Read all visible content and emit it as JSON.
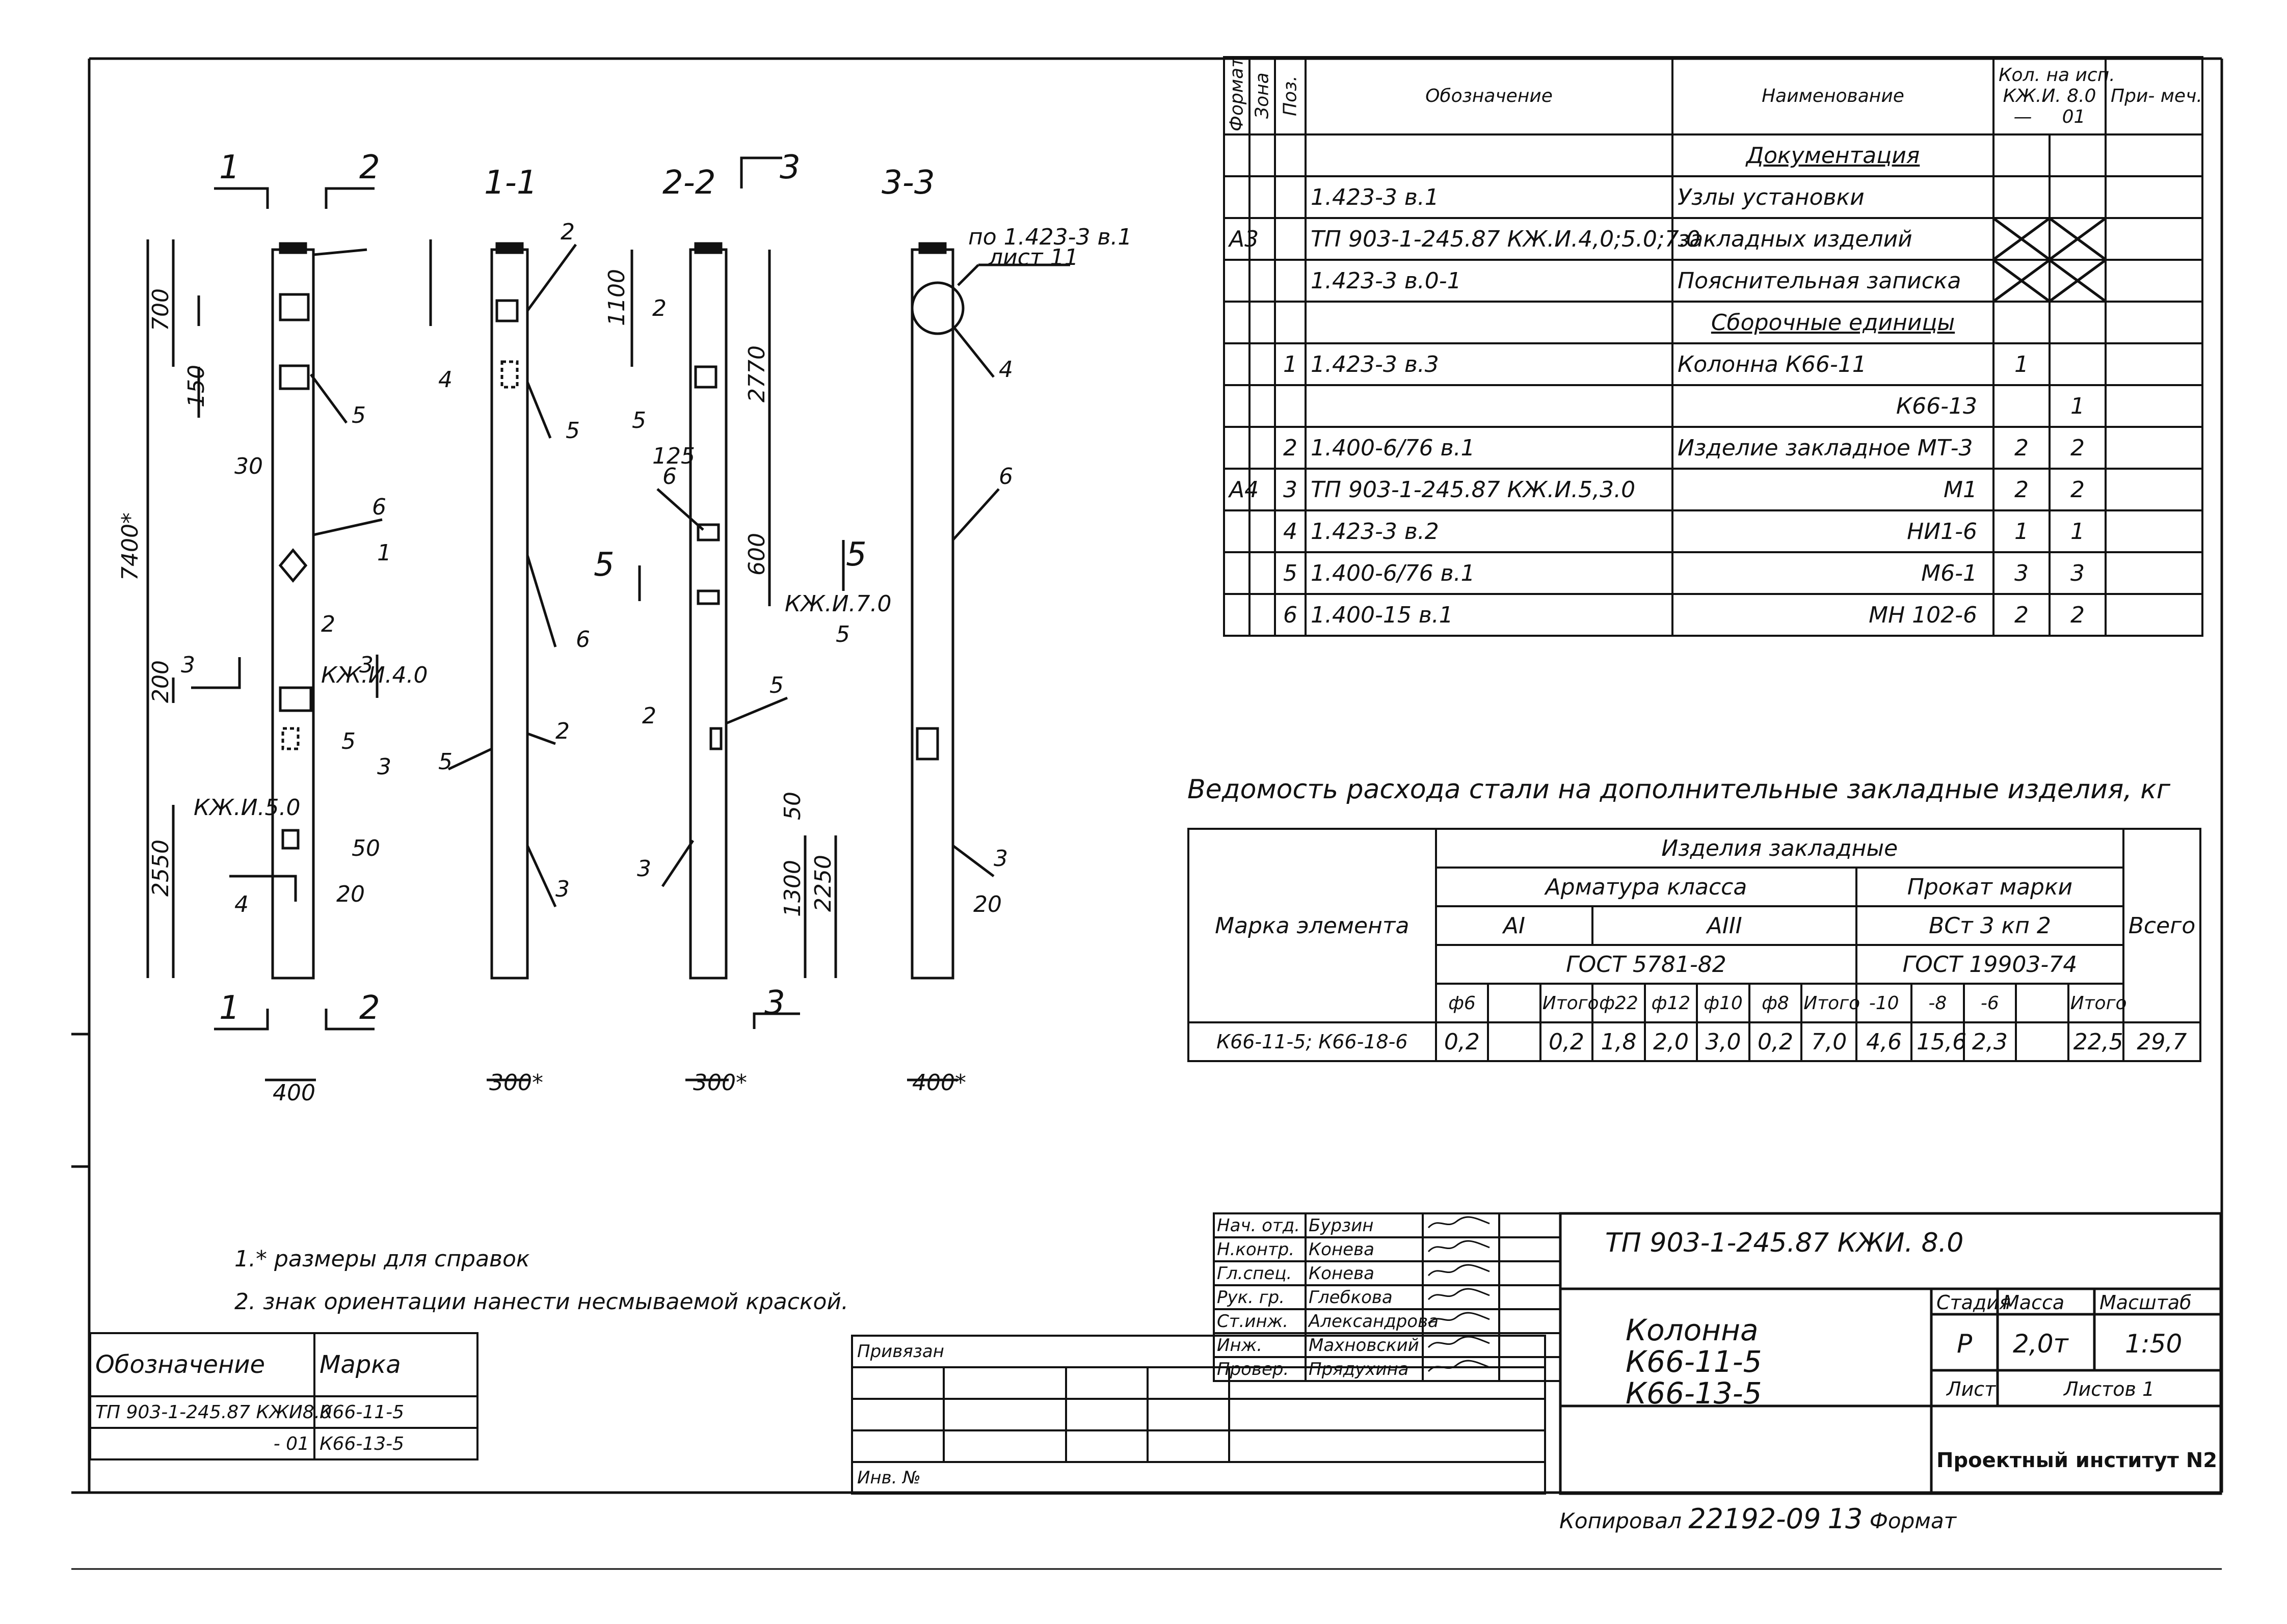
{
  "spec": {
    "headers": {
      "format": "Формат",
      "zone": "Зона",
      "pos": "Поз.",
      "designation": "Обозначение",
      "name": "Наименование",
      "qty": "Кол. на исп.",
      "qty_doc": "КЖ.И. 8.0",
      "qty_col1": "—",
      "qty_col2": "01",
      "note": "При- меч."
    },
    "rows": [
      {
        "format": "",
        "pos": "",
        "designation": "",
        "name": "Документация",
        "q1": "",
        "q2": "",
        "underline": true
      },
      {
        "format": "",
        "pos": "",
        "designation": "1.423-3 в.1",
        "name": "Узлы установки",
        "q1": "",
        "q2": ""
      },
      {
        "format": "А3",
        "pos": "",
        "designation": "ТП 903-1-245.87 КЖ.И.4,0;5.0;7.0",
        "name": "закладных изделий",
        "q1": "X",
        "q2": "X"
      },
      {
        "format": "",
        "pos": "",
        "designation": "1.423-3 в.0-1",
        "name": "Пояснительная записка",
        "q1": "X",
        "q2": "X"
      },
      {
        "format": "",
        "pos": "",
        "designation": "",
        "name": "Сборочные единицы",
        "q1": "",
        "q2": "",
        "underline": true
      },
      {
        "format": "",
        "pos": "1",
        "designation": "1.423-3 в.3",
        "name": "Колонна К66-11",
        "q1": "1",
        "q2": ""
      },
      {
        "format": "",
        "pos": "",
        "designation": "",
        "name": "К66-13",
        "q1": "",
        "q2": "1",
        "right": true
      },
      {
        "format": "",
        "pos": "2",
        "designation": "1.400-6/76 в.1",
        "name": "Изделие закладное МТ-3",
        "q1": "2",
        "q2": "2"
      },
      {
        "format": "А4",
        "pos": "3",
        "designation": "ТП 903-1-245.87 КЖ.И.5,3.0",
        "name": "М1",
        "q1": "2",
        "q2": "2",
        "right": true
      },
      {
        "format": "",
        "pos": "4",
        "designation": "1.423-3 в.2",
        "name": "НИ1-6",
        "q1": "1",
        "q2": "1",
        "right": true
      },
      {
        "format": "",
        "pos": "5",
        "designation": "1.400-6/76 в.1",
        "name": "М6-1",
        "q1": "3",
        "q2": "3",
        "right": true
      },
      {
        "format": "",
        "pos": "6",
        "designation": "1.400-15 в.1",
        "name": "МН 102-6",
        "q1": "2",
        "q2": "2",
        "right": true
      }
    ]
  },
  "steel": {
    "title": "Ведомость расхода стали на дополнительные закладные изделия, кг",
    "mark_element": "Марка элемента",
    "embedded": "Изделия закладные",
    "armatura": "Арматура класса",
    "prokat": "Прокат марки",
    "vsego": "Всего",
    "ai": "АI",
    "aiii": "АIII",
    "vst": "ВСт 3 кп 2",
    "gost1": "ГОСТ 5781-82",
    "gost2": "ГОСТ 19903-74",
    "cols": [
      "ф6",
      "",
      "Итого",
      "ф22",
      "ф12",
      "ф10",
      "ф8",
      "Итого",
      "-10",
      "-8",
      "-6",
      "",
      "Итого"
    ],
    "row": {
      "mark": "К66-11-5; К66-18-6",
      "values": [
        "0,2",
        "",
        "0,2",
        "1,8",
        "2,0",
        "3,0",
        "0,2",
        "7,0",
        "4,6",
        "15,6",
        "2,3",
        "",
        "22,5"
      ],
      "total": "29,7"
    }
  },
  "notes": [
    "1.* размеры для справок",
    "2. знак ориентации нанести несмываемой краской."
  ],
  "marks": {
    "headers": [
      "Обозначение",
      "Марка"
    ],
    "rows": [
      [
        "ТП 903-1-245.87 КЖИ8.0",
        "К66-11-5"
      ],
      [
        "- 01",
        "К66-13-5"
      ]
    ]
  },
  "privyazan": "Привязан",
  "inv": "Инв. №",
  "signatures": [
    [
      "Нач. отд.",
      "Бурзин"
    ],
    [
      "Н.контр.",
      "Конева"
    ],
    [
      "Гл.спец.",
      "Конева"
    ],
    [
      "Рук. гр.",
      "Глебкова"
    ],
    [
      "Ст.инж.",
      "Александрова"
    ],
    [
      "Инж.",
      "Махновский"
    ],
    [
      "Провер.",
      "Прядухина"
    ]
  ],
  "title_block": {
    "cipher": "ТП 903-1-245.87 КЖИ. 8.0",
    "name_line1": "Колонна",
    "name_line2": "К66-11-5",
    "name_line3": "К66-13-5",
    "stage_label": "Стадия",
    "mass_label": "Масса",
    "scale_label": "Масштаб",
    "stage": "Р",
    "mass": "2,0т",
    "scale": "1:50",
    "sheet_label": "Лист",
    "sheets_label": "Листов 1",
    "org": "Проектный институт N2"
  },
  "bottom": {
    "copied": "Копировал",
    "number": "22192-09",
    "sheet_no": "13",
    "format": "Формат"
  },
  "drawing_labels": {
    "v1": "1-1",
    "v2": "2-2",
    "v3": "3-3",
    "s1": "1",
    "s2": "2",
    "s3": "3",
    "s4": "4",
    "s5": "5",
    "d7400": "7400*",
    "d2550": "2550",
    "d400": "400",
    "d700": "700",
    "d200": "200",
    "d150": "150",
    "d300": "300*",
    "d400s": "400*",
    "d1100": "1100",
    "d2770": "2770",
    "d600": "600",
    "d1300": "1300",
    "d2250": "2250",
    "d50": "50",
    "d20": "20",
    "d30": "30",
    "d125": "125",
    "ref": "по 1.423-3 в.1",
    "ref2": "лист 11",
    "kzh40": "КЖ.И.4.0",
    "kzh50": "КЖ.И.5.0",
    "kzh70": "КЖ.И.7.0",
    "p1": "1",
    "p2": "2",
    "p3": "3",
    "p4": "4",
    "p5": "5",
    "p6": "6"
  }
}
